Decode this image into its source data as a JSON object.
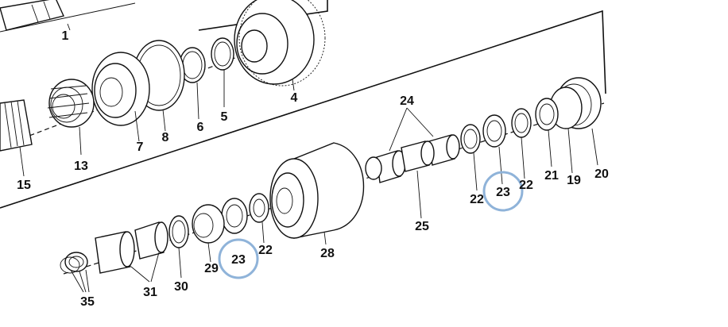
{
  "parts": [
    {
      "id": "1",
      "label": "1"
    },
    {
      "id": "4",
      "label": "4"
    },
    {
      "id": "5",
      "label": "5"
    },
    {
      "id": "6",
      "label": "6"
    },
    {
      "id": "7",
      "label": "7"
    },
    {
      "id": "8",
      "label": "8"
    },
    {
      "id": "13",
      "label": "13"
    },
    {
      "id": "15",
      "label": "15"
    },
    {
      "id": "19",
      "label": "19"
    },
    {
      "id": "20",
      "label": "20"
    },
    {
      "id": "21",
      "label": "21"
    },
    {
      "id": "22a",
      "label": "22"
    },
    {
      "id": "22b",
      "label": "22"
    },
    {
      "id": "22c",
      "label": "22"
    },
    {
      "id": "23a",
      "label": "23"
    },
    {
      "id": "23b",
      "label": "23"
    },
    {
      "id": "24",
      "label": "24"
    },
    {
      "id": "25",
      "label": "25"
    },
    {
      "id": "28",
      "label": "28"
    },
    {
      "id": "29",
      "label": "29"
    },
    {
      "id": "30",
      "label": "30"
    },
    {
      "id": "31",
      "label": "31"
    },
    {
      "id": "35",
      "label": "35"
    }
  ],
  "highlight_color": "#8fb3d9",
  "highlighted_parts": [
    "23a",
    "23b"
  ]
}
